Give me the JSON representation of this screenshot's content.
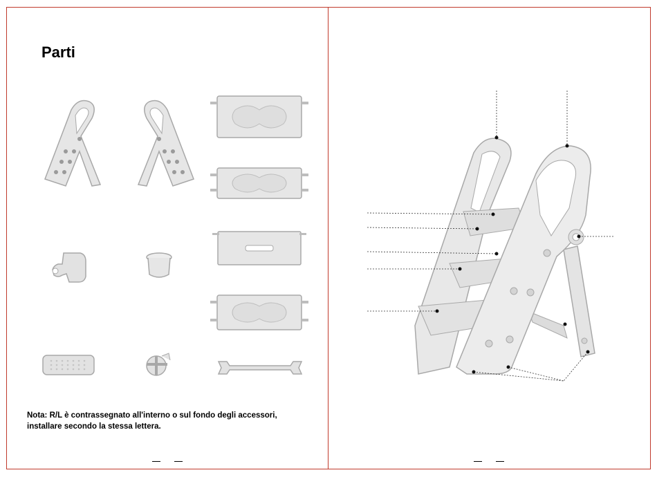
{
  "left_page": {
    "title": "Parti",
    "note_line1": "Nota: R/L è contrassegnato all'interno o sul fondo degli accessori,",
    "note_line2": "installare secondo la stessa lettera."
  },
  "colors": {
    "border": "#c0392b",
    "part_fill": "#e6e6e6",
    "part_stroke": "#a8a8a8",
    "hole": "#9a9a9a"
  }
}
